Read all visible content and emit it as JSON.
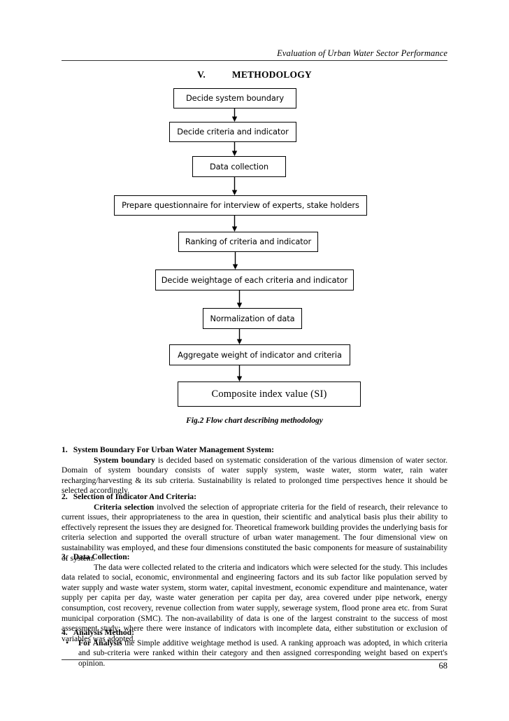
{
  "header": {
    "running_title": "Evaluation of Urban Water Sector Performance"
  },
  "section": {
    "numeral": "V.",
    "title": "METHODOLOGY"
  },
  "figure": {
    "caption": "Fig.2 Flow chart describing methodology",
    "boxes": [
      {
        "label": "Decide system boundary"
      },
      {
        "label": "Decide criteria and indicator"
      },
      {
        "label": "Data collection"
      },
      {
        "label": "Prepare questionnaire for interview of experts, stake holders"
      },
      {
        "label": "Ranking of criteria and indicator"
      },
      {
        "label": "Decide weightage of each criteria and indicator"
      },
      {
        "label": "Normalization of data"
      },
      {
        "label": "Aggregate weight of indicator and criteria"
      },
      {
        "label": "Composite index value (SI)"
      }
    ]
  },
  "sections": [
    {
      "heading_number": "1.",
      "heading": "System Boundary For Urban Water Management System:",
      "lead": "System boundary",
      "body": " is decided based on systematic consideration of the various dimension of water sector. Domain of system boundary consists of water supply system, waste water, storm water, rain water recharging/harvesting & its sub criteria. Sustainability is related to prolonged time perspectives hence it should be selected accordingly."
    },
    {
      "heading_number": "2.",
      "heading": "Selection of Indicator And Criteria:",
      "lead": "Criteria selection",
      "body": " involved the selection of appropriate criteria for the field of research, their relevance to current issues, their appropriateness to the area in question, their scientific and analytical basis plus their ability to effectively represent the issues they are designed for. Theoretical framework building provides the underlying basis for criteria selection and supported the overall structure of urban water management. The four dimensional view on sustainability was employed, and these four dimensions constituted the basic components for measure of sustainability of system."
    },
    {
      "heading_number": "3.",
      "heading": "Data Collection:",
      "lead": "",
      "body": "The data were collected related to the criteria and indicators which were selected for the study. This includes data related to social, economic, environmental and engineering factors and its sub factor like population served by water supply and waste water system, storm water, capital investment, economic expenditure and maintenance, water supply per capita per day, waste water generation per capita per day, area covered under pipe network, energy consumption, cost recovery, revenue collection from water supply, sewerage system, flood prone area etc. from Surat municipal corporation (SMC). The non-availability of data is one of the largest constraint to the success of most assessment study; where there were instance of indicators with incomplete data, either substitution or exclusion of variables was adopted."
    },
    {
      "heading_number": "4.",
      "heading": "Analysis Method:",
      "bullet_lead": "For Analysis",
      "bullet_body": " the Simple additive weightage method is used. A ranking approach was adopted, in which criteria and sub-criteria were ranked within their category and then assigned corresponding weight based on expert's opinion."
    }
  ],
  "footer": {
    "page_number": "68"
  }
}
